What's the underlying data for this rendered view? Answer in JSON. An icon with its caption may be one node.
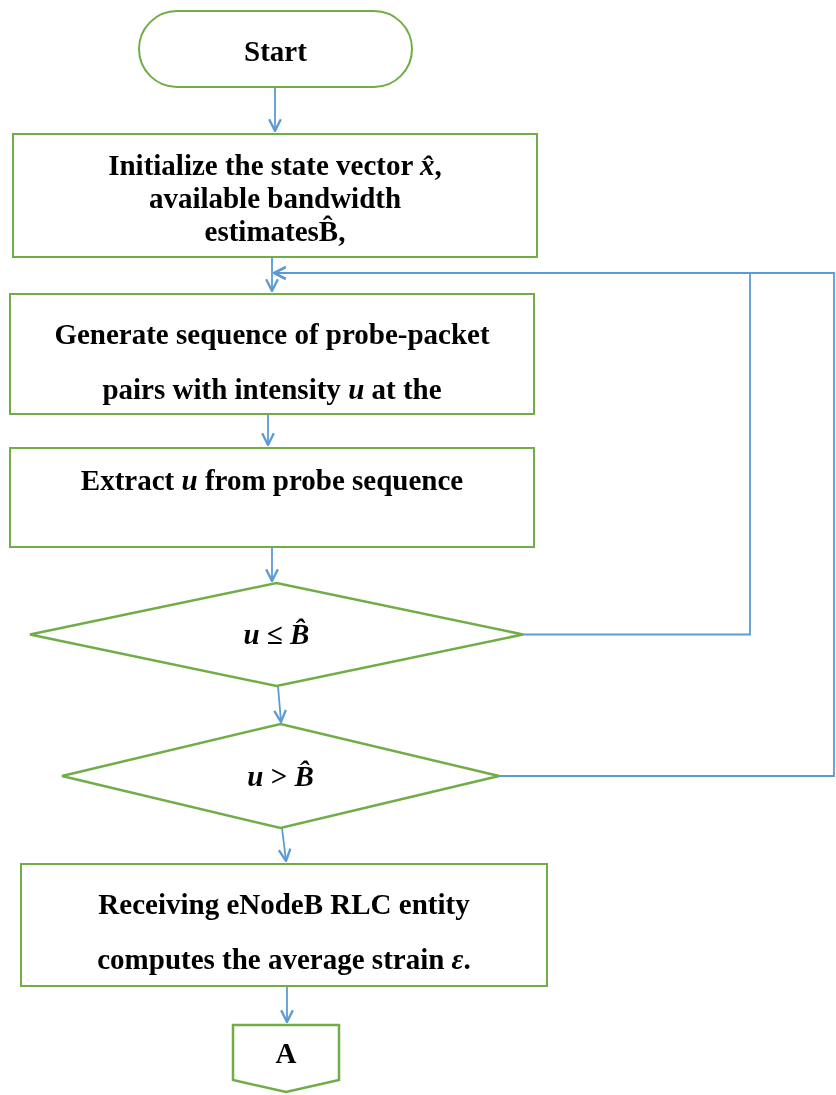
{
  "diagram": {
    "nodes": [
      {
        "text": [
          "Start"
        ]
      },
      {
        "text": [
          "Initialize the state vector *x̂*, available bandwidth estimatesB̂,"
        ]
      },
      {
        "text": [
          "Generate sequence of probe-packet pairs with intensity *u* at the"
        ]
      },
      {
        "text": [
          "Extract *u* from probe sequence"
        ]
      },
      {
        "text": [
          "*u* ≤ *B̂*"
        ]
      },
      {
        "text": [
          "*u* > *B̂*"
        ]
      },
      {
        "text": [
          "Receiving eNodeB RLC entity computes the average strain *ε*."
        ]
      },
      {
        "text": [
          "A"
        ]
      }
    ],
    "edges": [
      {
        "from": 0,
        "to": 1,
        "arrow": "to"
      },
      {
        "from": 1,
        "to": 2,
        "arrow": "to"
      },
      {
        "from": 2,
        "to": 3,
        "arrow": "to"
      },
      {
        "from": 3,
        "to": 4,
        "arrow": "to"
      },
      {
        "from": 4,
        "to": 5,
        "arrow": "to"
      },
      {
        "from": 5,
        "to": 6,
        "arrow": "to"
      },
      {
        "from": 6,
        "to": 7,
        "arrow": "to"
      },
      {
        "from": 4,
        "to": 2,
        "arrow": "to"
      },
      {
        "from": 5,
        "to": 2,
        "arrow": "to"
      }
    ]
  }
}
